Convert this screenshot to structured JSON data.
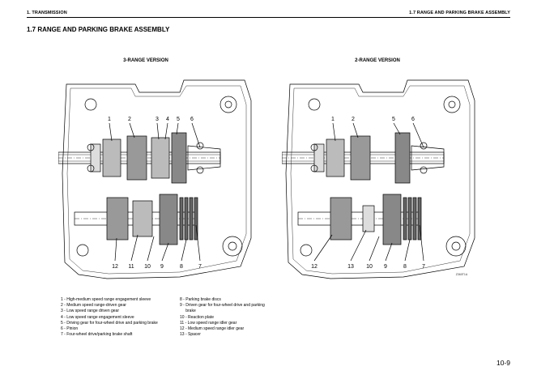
{
  "header": {
    "left": "1. TRANSMISSION",
    "right": "1.7 RANGE AND PARKING BRAKE ASSEMBLY"
  },
  "title": "1.7 RANGE AND PARKING BRAKE ASSEMBLY",
  "figures": [
    {
      "caption": "3-RANGE VERSION",
      "callouts_top": [
        "1",
        "2",
        "3",
        "4",
        "5",
        "6"
      ],
      "callouts_bottom": [
        "12",
        "11",
        "10",
        "9",
        "8",
        "7"
      ]
    },
    {
      "caption": "2-RANGE VERSION",
      "callouts_top": [
        "1",
        "2",
        "5",
        "6"
      ],
      "callouts_bottom": [
        "12",
        "13",
        "10",
        "9",
        "8",
        "7"
      ],
      "figure_code": "Z360T1A"
    }
  ],
  "legend_left": [
    {
      "num": "1 - ",
      "text": "High-medium speed range engagement sleeve"
    },
    {
      "num": "2 - ",
      "text": "Medium speed range-driven gear"
    },
    {
      "num": "3 - ",
      "text": "Low speed range driven gear"
    },
    {
      "num": "4 - ",
      "text": "Low speed range engagement sleeve"
    },
    {
      "num": "5 - ",
      "text": "Driving gear for four-wheel drive and parking brake"
    },
    {
      "num": "6 - ",
      "text": "Pinion"
    },
    {
      "num": "7 - ",
      "text": "Four-wheel drive/parking brake shaft"
    }
  ],
  "legend_right": [
    {
      "num": "8 - ",
      "text": "Parking brake discs"
    },
    {
      "num": "9 - ",
      "text": "Driven gear for four-wheel drive and parking brake"
    },
    {
      "num": "10 - ",
      "text": "Reaction plate"
    },
    {
      "num": "11 - ",
      "text": "Low speed range idler gear"
    },
    {
      "num": "12 - ",
      "text": "Medium speed range idler gear"
    },
    {
      "num": "13 - ",
      "text": "Spacer"
    }
  ],
  "page_number": "10-9"
}
